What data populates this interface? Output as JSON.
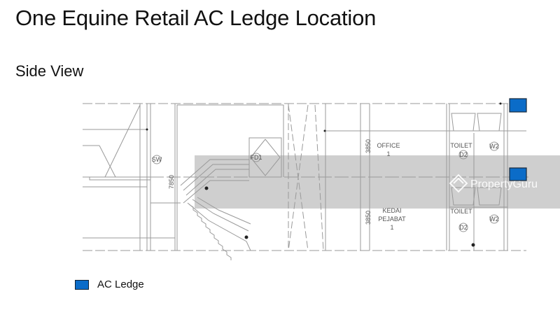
{
  "slide": {
    "title": "One Equine Retail AC Ledge Location",
    "subtitle": "Side View"
  },
  "drawing": {
    "dim_total": "7850",
    "dim_upper": "3850",
    "dim_lower": "3850",
    "upper_room": {
      "name": "OFFICE",
      "number": "1"
    },
    "lower_room": {
      "name_line1": "KEDAI",
      "name_line2": "PEJABAT",
      "number": "1"
    },
    "toilet_upper": "TOILET",
    "toilet_lower": "TOILET",
    "window_tag": "W2",
    "door_tag": "D2",
    "stair_door_tag": "FD1",
    "left_tag": "SW",
    "ac_ledge_color": "#0b6cc8"
  },
  "watermark": "PropertyGuru",
  "legend": {
    "label": "AC Ledge"
  }
}
